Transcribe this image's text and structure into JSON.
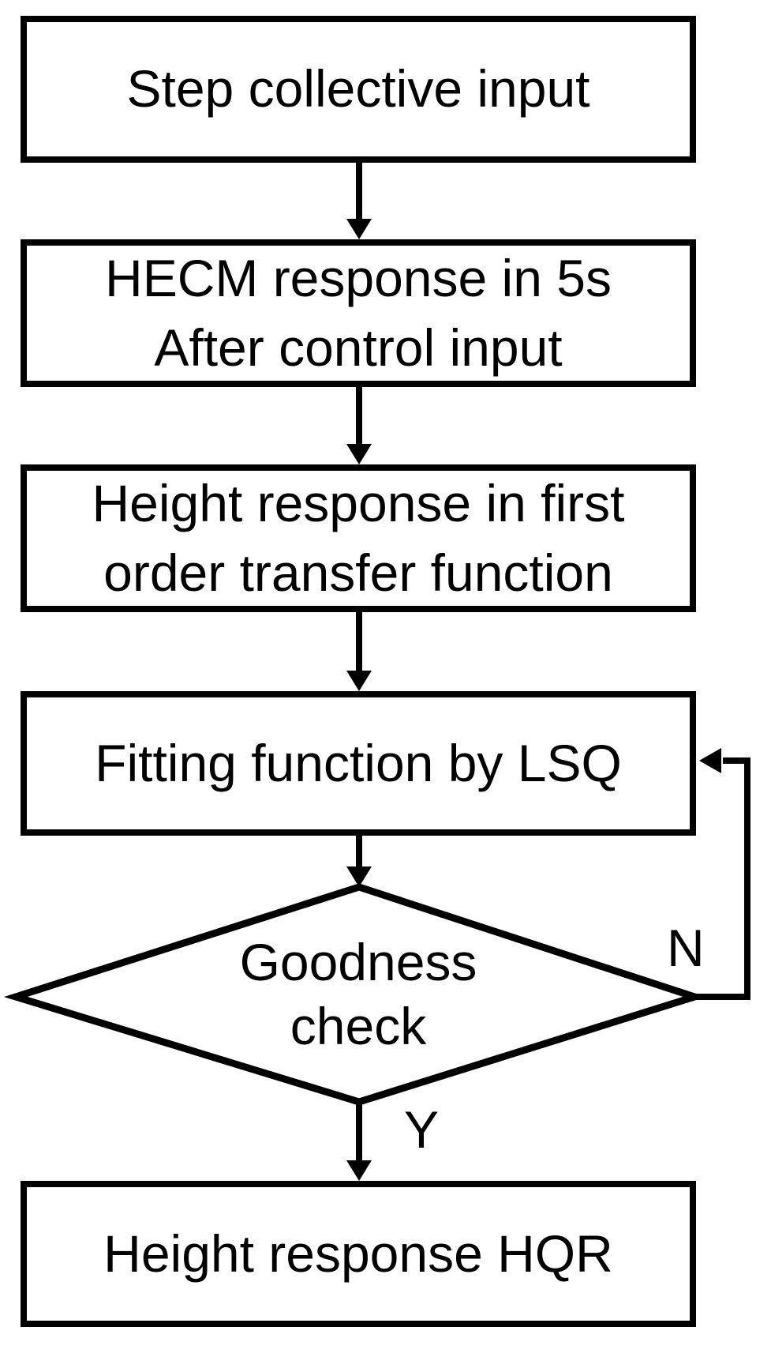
{
  "flowchart": {
    "colors": {
      "line": "#000000",
      "text": "#000000",
      "background": "#ffffff"
    },
    "nodes": [
      {
        "id": "step-collective-input",
        "type": "process",
        "lines": [
          "Step collective input"
        ]
      },
      {
        "id": "hecm-response",
        "type": "process",
        "lines": [
          "HECM response in 5s",
          "After control input"
        ]
      },
      {
        "id": "height-response-first-order",
        "type": "process",
        "lines": [
          "Height response in first",
          "order transfer function"
        ]
      },
      {
        "id": "fitting-function-lsq",
        "type": "process",
        "lines": [
          "Fitting function by LSQ"
        ]
      },
      {
        "id": "goodness-check",
        "type": "decision",
        "lines": [
          "Goodness",
          "check"
        ]
      },
      {
        "id": "height-response-hqr",
        "type": "process",
        "lines": [
          "Height response HQR"
        ]
      }
    ],
    "edges": [
      {
        "from": "step-collective-input",
        "to": "hecm-response",
        "label": ""
      },
      {
        "from": "hecm-response",
        "to": "height-response-first-order",
        "label": ""
      },
      {
        "from": "height-response-first-order",
        "to": "fitting-function-lsq",
        "label": ""
      },
      {
        "from": "fitting-function-lsq",
        "to": "goodness-check",
        "label": ""
      },
      {
        "from": "goodness-check",
        "to": "fitting-function-lsq",
        "label": "N"
      },
      {
        "from": "goodness-check",
        "to": "height-response-hqr",
        "label": "Y"
      }
    ]
  }
}
